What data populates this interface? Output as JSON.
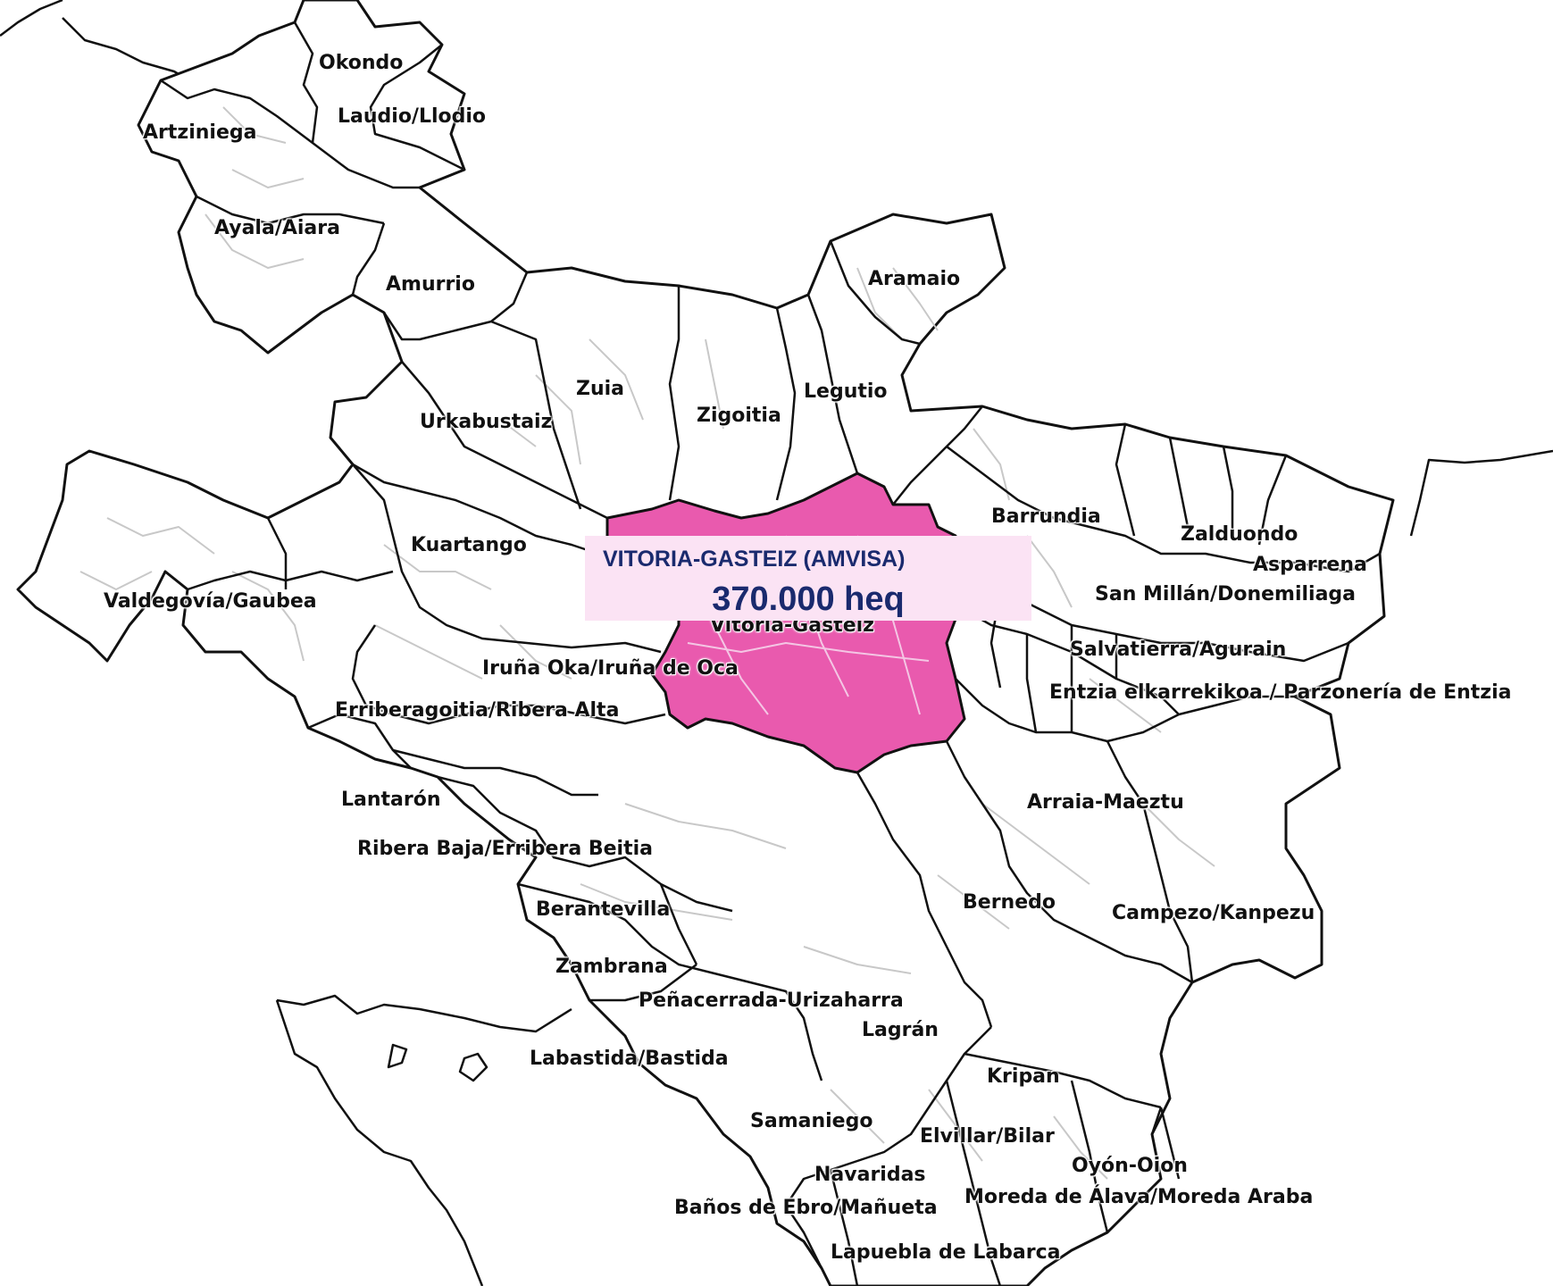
{
  "highlight": {
    "name": "VITORIA-GASTEIZ (AMVISA)",
    "value": "370.000 heq",
    "fill_color": "#e95aae"
  },
  "colors": {
    "land": "#ffffff",
    "border_major": "#111111",
    "border_minor": "#c8c8c8",
    "box_bg": "#fbe3f4",
    "box_text": "#1a2a6e"
  },
  "labels": {
    "okondo": "Okondo",
    "laudio": "Laudio/Llodio",
    "artziniega": "Artziniega",
    "ayala": "Ayala/Aiara",
    "amurrio": "Amurrio",
    "aramaio": "Aramaio",
    "zuia": "Zuia",
    "legutio": "Legutio",
    "urkabustaiz": "Urkabustaiz",
    "zigoitia": "Zigoitia",
    "barrundia": "Barrundia",
    "zalduondo": "Zalduondo",
    "asparrena": "Asparrena",
    "kuartango": "Kuartango",
    "san_millan": "San Millán/Donemiliaga",
    "valdegovia": "Valdegovía/Gaubea",
    "vitoria": "Vitoria-Gasteiz",
    "salvatierra": "Salvatierra/Agurain",
    "iruna": "Iruña Oka/Iruña de Oca",
    "entzia": "Entzia elkarrekikoa / Parzonería de Entzia",
    "erriberagoitia": "Erriberagoitia/Ribera Alta",
    "lantaron": "Lantarón",
    "arraia": "Arraia-Maeztu",
    "ribera_baja": "Ribera Baja/Erribera Beitia",
    "berantevilla": "Berantevilla",
    "bernedo": "Bernedo",
    "campezo": "Campezo/Kanpezu",
    "zambrana": "Zambrana",
    "penacerrada": "Peñacerrada-Urizaharra",
    "lagran": "Lagrán",
    "labastida": "Labastida/Bastida",
    "kripan": "Kripan",
    "samaniego": "Samaniego",
    "elvillar": "Elvillar/Bilar",
    "oyon": "Oyón-Oion",
    "navaridas": "Navaridas",
    "moreda": "Moreda de Álava/Moreda Araba",
    "banos": "Baños de Ebro/Mañueta",
    "lapuebla": "Lapuebla de Labarca"
  }
}
